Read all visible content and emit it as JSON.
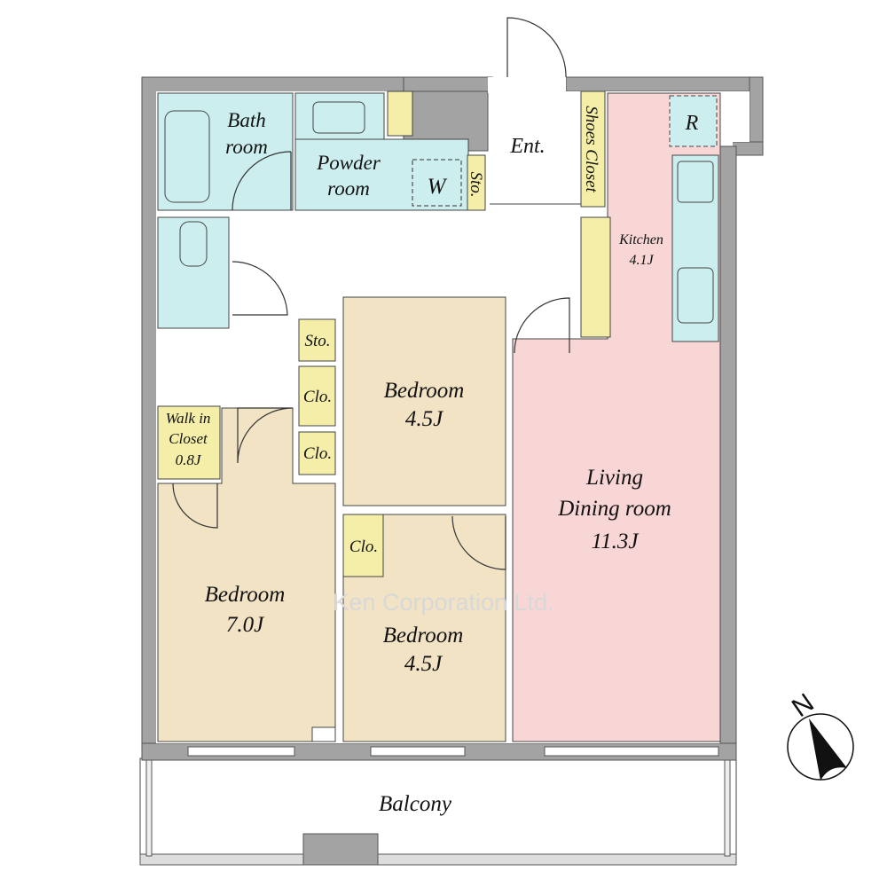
{
  "rooms": {
    "bath": [
      "Bath",
      "room"
    ],
    "powder": [
      "Powder",
      "room"
    ],
    "washer": "W",
    "storage_top": "Sto.",
    "entrance": "Ent.",
    "shoes_closet": "Shoes Closet",
    "refrigerator": "R",
    "kitchen": [
      "Kitchen",
      "4.1J"
    ],
    "storage_hall": "Sto.",
    "closet_1": "Clo.",
    "closet_2": "Clo.",
    "closet_3": "Clo.",
    "walk_in_closet": [
      "Walk in",
      "Closet",
      "0.8J"
    ],
    "bedroom_top": [
      "Bedroom",
      "4.5J"
    ],
    "living": [
      "Living",
      "Dining room",
      "11.3J"
    ],
    "bedroom_main": [
      "Bedroom",
      "7.0J"
    ],
    "bedroom_bottom": [
      "Bedroom",
      "4.5J"
    ],
    "balcony": "Balcony"
  },
  "watermark": "Ken Corporation Ltd.",
  "compass": {
    "label": "N"
  },
  "colors": {
    "wet_area": "#cdeeee",
    "storage": "#f4eea8",
    "bedroom": "#f1e3c4",
    "living": "#f8d6d6",
    "wall": "#a3a3a3"
  }
}
